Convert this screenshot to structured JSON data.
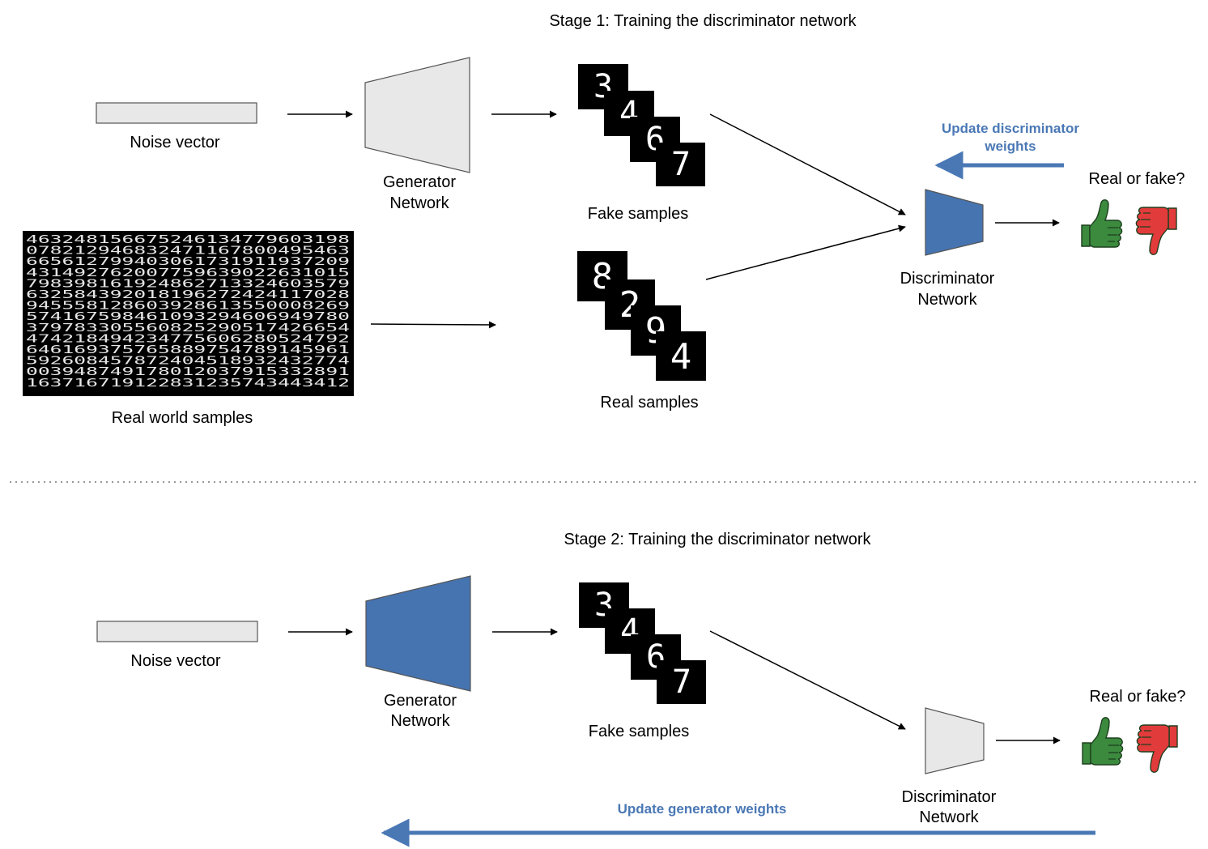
{
  "stage1": {
    "title": "Stage 1: Training the discriminator network",
    "noise_label": "Noise vector",
    "generator_label_1": "Generator",
    "generator_label_2": "Network",
    "fake_label": "Fake samples",
    "real_world_label": "Real world samples",
    "real_label": "Real samples",
    "discriminator_label_1": "Discriminator",
    "discriminator_label_2": "Network",
    "update_label_1": "Update discriminator",
    "update_label_2": "weights",
    "question": "Real or fake?",
    "fake_digits": [
      "3",
      "4",
      "6",
      "7"
    ],
    "real_digits": [
      "8",
      "2",
      "9",
      "4"
    ],
    "grid_rows": [
      "463248156675246134779603198",
      "078212946832471167800495463",
      "665612799403061731911937209",
      "431492762007759639022631015",
      "798398161924862713324603579",
      "632584392018196272424117028",
      "945558128603928613550008269",
      "574167598461093294606949780",
      "379783305560825290517426654",
      "474218494234775606280524792",
      "646169375765889754789145961",
      "592608457872404518932432774",
      "003948749178012037915332891",
      "163716719122831235743443412"
    ]
  },
  "stage2": {
    "title": "Stage 2: Training the discriminator network",
    "noise_label": "Noise vector",
    "generator_label_1": "Generator",
    "generator_label_2": "Network",
    "fake_label": "Fake samples",
    "discriminator_label_1": "Discriminator",
    "discriminator_label_2": "Network",
    "update_label": "Update generator weights",
    "question": "Real or fake?",
    "fake_digits": [
      "3",
      "4",
      "6",
      "7"
    ]
  },
  "colors": {
    "trained_network": "#4674b0",
    "frozen_network": "#e8e8e8",
    "update_arrow": "#4a78b5",
    "thumbs_up": "#3b8a3e",
    "thumbs_down": "#e23b3b"
  },
  "icons": [
    "thumbs-up-icon",
    "thumbs-down-icon"
  ]
}
